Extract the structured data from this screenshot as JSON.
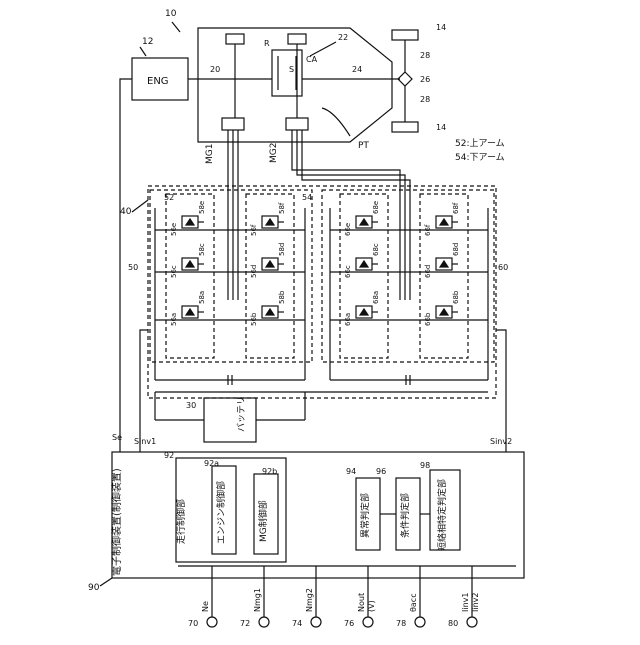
{
  "ref": {
    "system": "10",
    "engine": "12",
    "wheels_top": "14",
    "wheels_bottom": "14",
    "shaft_20": "20",
    "pt_22": "22",
    "shaft_24": "24",
    "diff_26": "26",
    "axle_28_top": "28",
    "axle_28_bottom": "28",
    "battery_30": "30",
    "pcu_40": "40",
    "inv1_50": "50",
    "arm_52": "52",
    "arm_54": "54",
    "inv2_60": "60",
    "ecu_90": "90",
    "run_ctrl_92": "92",
    "eng_ctrl_92a": "92a",
    "mg_ctrl_92b": "92b",
    "abn_94": "94",
    "cond_96": "96",
    "short_98": "98",
    "s70": "70",
    "s72": "72",
    "s74": "74",
    "s76": "76",
    "s78": "78",
    "s80": "80"
  },
  "labels": {
    "eng": "ENG",
    "mg1": "MG1",
    "mg2": "MG2",
    "pt": "PT",
    "r": "R",
    "s": "S",
    "ca": "CA",
    "se": "Se",
    "sinv1": "Sinv1",
    "sinv2": "Sinv2",
    "battery": "バッテリ",
    "ecu_title": "電子制御装置(制御装置)",
    "run_ctrl": "走行制御部",
    "eng_ctrl": "エンジン制御部",
    "mg_ctrl": "MG制御部",
    "abn": "異常判定部",
    "cond": "条件判定部",
    "short": "短絡相特定判定部",
    "legend_52": "52:上アーム",
    "legend_54": "54:下アーム"
  },
  "switches": [
    {
      "t": "56e",
      "d": "58e"
    },
    {
      "t": "56c",
      "d": "58c"
    },
    {
      "t": "56a",
      "d": "58a"
    },
    {
      "t": "56f",
      "d": "58f"
    },
    {
      "t": "56d",
      "d": "58d"
    },
    {
      "t": "56b",
      "d": "58b"
    },
    {
      "t": "66e",
      "d": "68e"
    },
    {
      "t": "66c",
      "d": "68c"
    },
    {
      "t": "66a",
      "d": "68a"
    },
    {
      "t": "66f",
      "d": "68f"
    },
    {
      "t": "66d",
      "d": "68d"
    },
    {
      "t": "66b",
      "d": "68b"
    }
  ],
  "signals": [
    {
      "num": "70",
      "lines": [
        "Ne"
      ]
    },
    {
      "num": "72",
      "lines": [
        "Nmg1"
      ]
    },
    {
      "num": "74",
      "lines": [
        "Nmg2"
      ]
    },
    {
      "num": "76",
      "lines": [
        "Nout",
        "(V)"
      ]
    },
    {
      "num": "78",
      "lines": [
        "θacc"
      ]
    },
    {
      "num": "80",
      "lines": [
        "Iinv1",
        "Iinv2"
      ]
    }
  ]
}
